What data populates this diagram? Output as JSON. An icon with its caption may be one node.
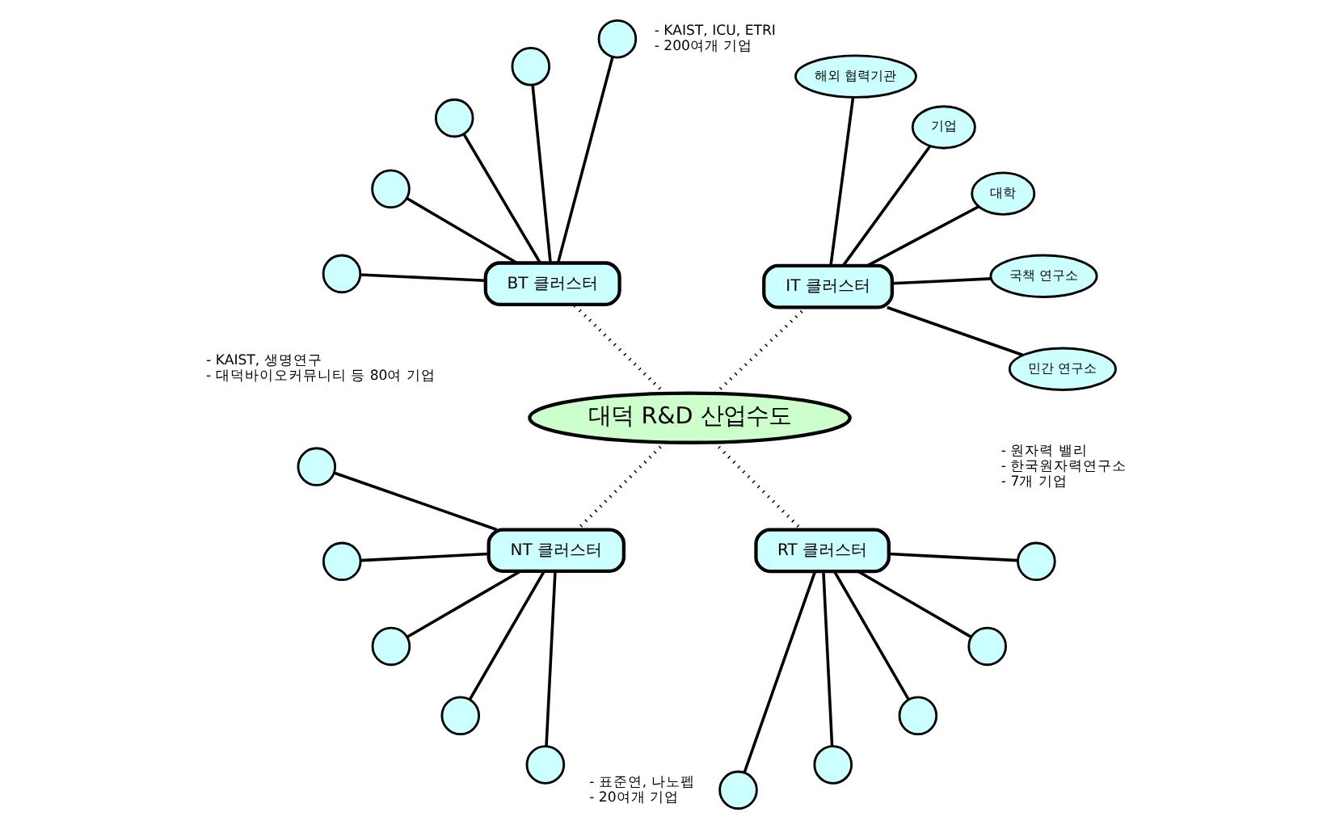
{
  "diagram": {
    "nodes": [
      {
        "text": [
          "대덕 R&D 산업수도"
        ]
      },
      {
        "text": [
          "IT 클러스터"
        ],
        "beside": [
          "- KAIST, ICU, ETRI",
          "- 200여개 기업"
        ]
      },
      {
        "text": [
          "민간 연구소"
        ]
      },
      {
        "text": [
          "국책 연구소"
        ]
      },
      {
        "text": [
          "대학"
        ]
      },
      {
        "text": [
          "기업"
        ]
      },
      {
        "text": [
          "해외 협력기관"
        ]
      },
      {
        "text": [
          "BT 클러스터"
        ],
        "beside": [
          "- KAIST, 생명연구",
          "- 대덕바이오커뮤니티 등 80여 기업"
        ]
      },
      {
        "text": [],
        "shape": "circle"
      },
      {
        "text": [],
        "shape": "circle"
      },
      {
        "text": [],
        "shape": "circle"
      },
      {
        "text": [],
        "shape": "circle"
      },
      {
        "text": [],
        "shape": "circle"
      },
      {
        "text": [
          "NT 클러스터"
        ],
        "beside": [
          "- 표준연, 나노펩",
          "- 20여개 기업"
        ]
      },
      {
        "text": [],
        "shape": "circle"
      },
      {
        "text": [],
        "shape": "circle"
      },
      {
        "text": [],
        "shape": "circle"
      },
      {
        "text": [],
        "shape": "circle"
      },
      {
        "text": [],
        "shape": "circle"
      },
      {
        "text": [
          "RT 클러스터"
        ],
        "beside": [
          "- 원자력 밸리",
          "- 한국원자력연구소",
          "- 7개 기업"
        ]
      },
      {
        "text": [],
        "shape": "circle"
      },
      {
        "text": [],
        "shape": "circle"
      },
      {
        "text": [],
        "shape": "circle"
      },
      {
        "text": [],
        "shape": "circle"
      },
      {
        "text": [],
        "shape": "circle"
      }
    ],
    "edges": [
      {
        "from": 0,
        "to": 1,
        "arrow": "none",
        "style": "dashed"
      },
      {
        "from": 0,
        "to": 7,
        "arrow": "none",
        "style": "dashed"
      },
      {
        "from": 0,
        "to": 13,
        "arrow": "none",
        "style": "dashed"
      },
      {
        "from": 0,
        "to": 19,
        "arrow": "none",
        "style": "dashed"
      },
      {
        "from": 1,
        "to": 2,
        "arrow": "none"
      },
      {
        "from": 1,
        "to": 3,
        "arrow": "none"
      },
      {
        "from": 1,
        "to": 4,
        "arrow": "none"
      },
      {
        "from": 1,
        "to": 5,
        "arrow": "none"
      },
      {
        "from": 1,
        "to": 6,
        "arrow": "none"
      },
      {
        "from": 7,
        "to": 8,
        "arrow": "none"
      },
      {
        "from": 7,
        "to": 9,
        "arrow": "none"
      },
      {
        "from": 7,
        "to": 10,
        "arrow": "none"
      },
      {
        "from": 7,
        "to": 11,
        "arrow": "none"
      },
      {
        "from": 7,
        "to": 12,
        "arrow": "none"
      },
      {
        "from": 13,
        "to": 14,
        "arrow": "none"
      },
      {
        "from": 13,
        "to": 15,
        "arrow": "none"
      },
      {
        "from": 13,
        "to": 16,
        "arrow": "none"
      },
      {
        "from": 13,
        "to": 17,
        "arrow": "none"
      },
      {
        "from": 13,
        "to": 18,
        "arrow": "none"
      },
      {
        "from": 19,
        "to": 20,
        "arrow": "none"
      },
      {
        "from": 19,
        "to": 21,
        "arrow": "none"
      },
      {
        "from": 19,
        "to": 22,
        "arrow": "none"
      },
      {
        "from": 19,
        "to": 23,
        "arrow": "none"
      },
      {
        "from": 19,
        "to": 24,
        "arrow": "none"
      }
    ]
  }
}
